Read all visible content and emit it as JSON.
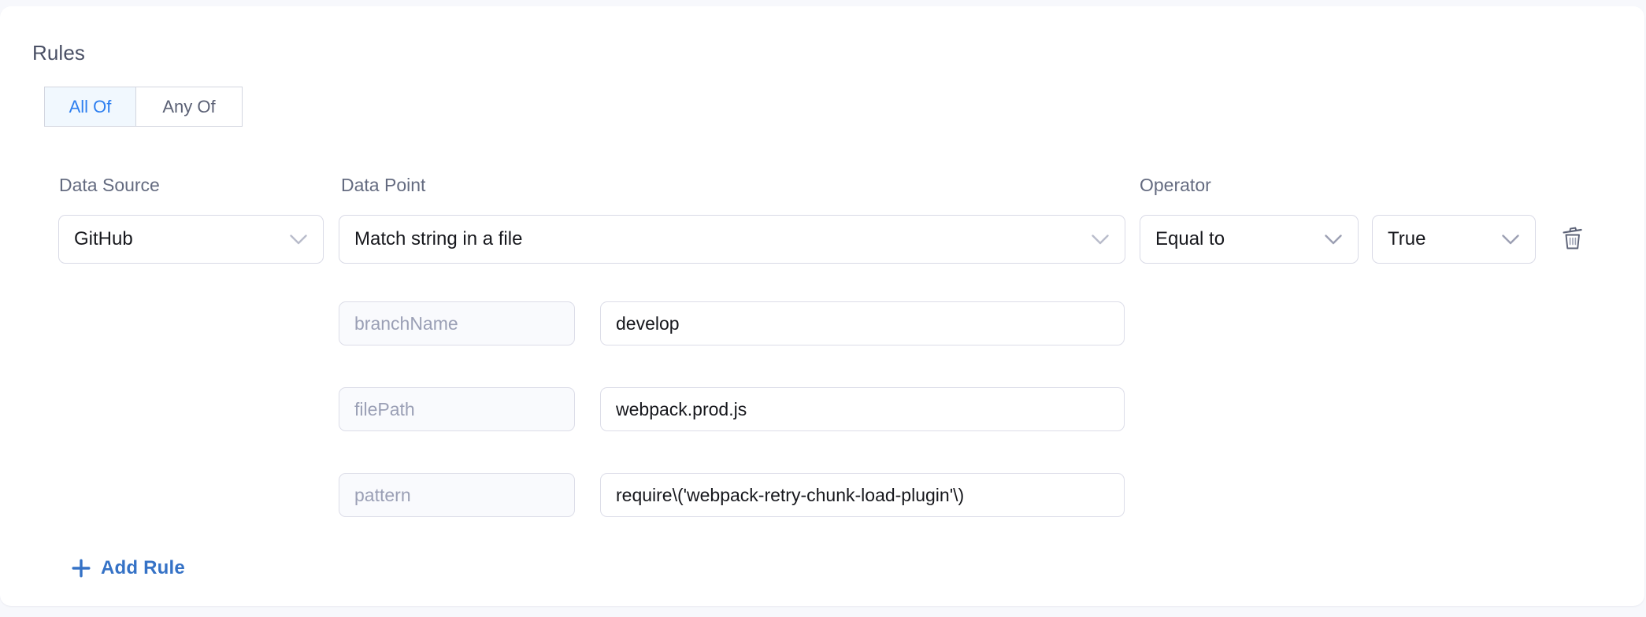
{
  "card": {
    "section_title": "Rules"
  },
  "match_mode": {
    "options": [
      {
        "label": "All Of",
        "active": true
      },
      {
        "label": "Any Of",
        "active": false
      }
    ]
  },
  "columns": {
    "data_source_label": "Data Source",
    "data_point_label": "Data Point",
    "operator_label": "Operator"
  },
  "rule": {
    "data_source": "GitHub",
    "data_point": "Match string in a file",
    "operator": "Equal to",
    "value": "True",
    "delete_icon": "trash-icon",
    "parameters": [
      {
        "key": "branchName",
        "value": "develop"
      },
      {
        "key": "filePath",
        "value": "webpack.prod.js"
      },
      {
        "key": "pattern",
        "value": "require\\('webpack-retry-chunk-load-plugin'\\)"
      }
    ]
  },
  "actions": {
    "add_rule_label": "Add Rule",
    "add_rule_icon": "plus-icon"
  },
  "colors": {
    "accent_blue": "#2d7ff0",
    "link_blue": "#3572c6",
    "active_tab_bg": "#f1f8fe",
    "border": "#d9dae6",
    "key_field_bg": "#f9fafd",
    "page_bg": "#f7f8fc",
    "heading": "#4a5065",
    "muted_text": "#9a9fb5"
  }
}
